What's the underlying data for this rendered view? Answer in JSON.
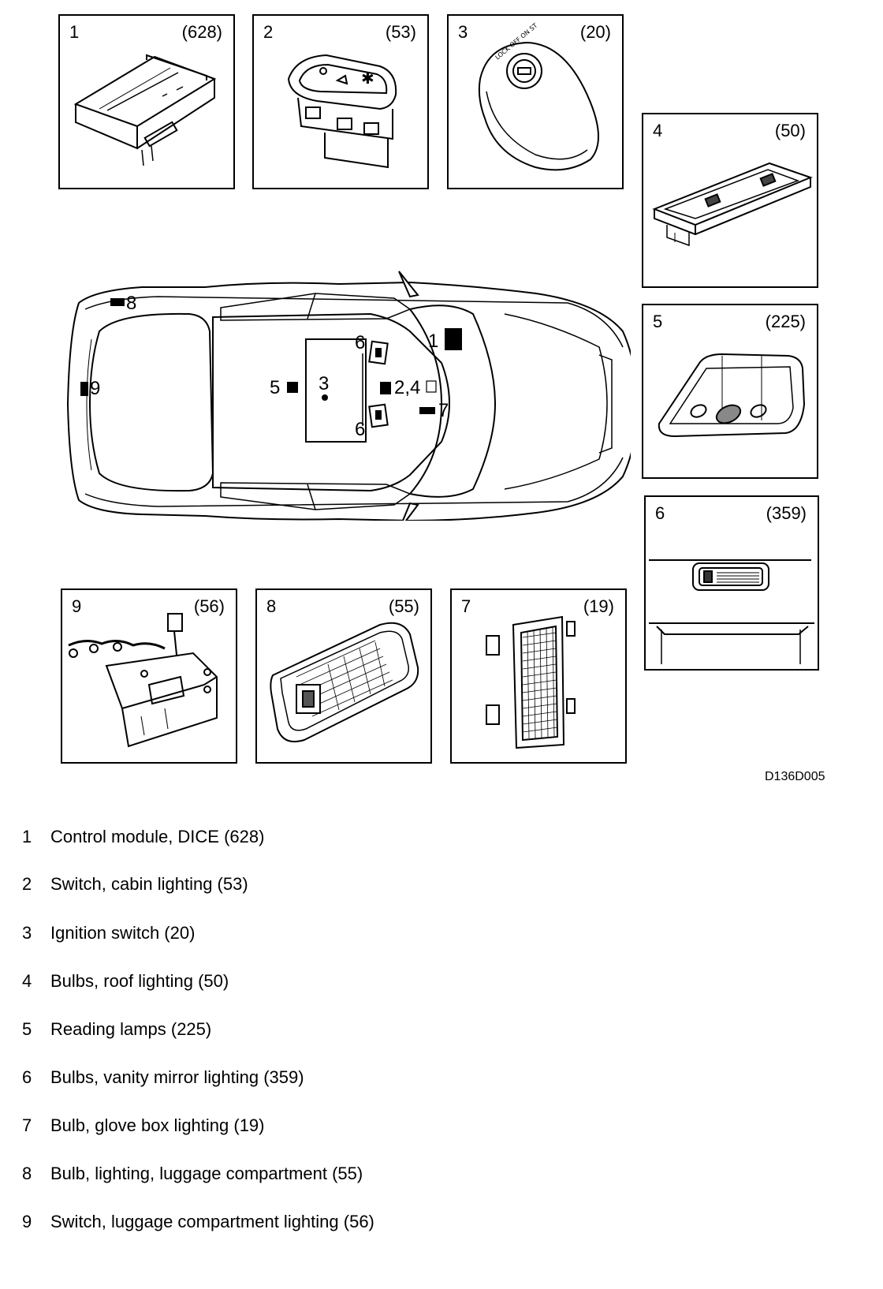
{
  "panels": [
    {
      "number": "1",
      "count": "(628)",
      "icon": "control-module"
    },
    {
      "number": "2",
      "count": "(53)",
      "icon": "cabin-lighting-switch"
    },
    {
      "number": "3",
      "count": "(20)",
      "icon": "ignition-switch"
    },
    {
      "number": "4",
      "count": "(50)",
      "icon": "roof-lighting-bulbs"
    },
    {
      "number": "5",
      "count": "(225)",
      "icon": "reading-lamps"
    },
    {
      "number": "6",
      "count": "(359)",
      "icon": "vanity-mirror-lighting"
    },
    {
      "number": "7",
      "count": "(19)",
      "icon": "glove-box-lighting"
    },
    {
      "number": "8",
      "count": "(55)",
      "icon": "luggage-compartment-bulb"
    },
    {
      "number": "9",
      "count": "(56)",
      "icon": "luggage-compartment-switch"
    }
  ],
  "car_callouts": {
    "c1": "1",
    "c3": "3",
    "c5": "5",
    "c6a": "6",
    "c6b": "6",
    "c7": "7",
    "c8": "8",
    "c9": "9",
    "c24": "2,4"
  },
  "figure_ref": "D136D005",
  "legend": [
    {
      "number": "1",
      "text": "Control module, DICE (628)"
    },
    {
      "number": "2",
      "text": "Switch, cabin lighting (53)"
    },
    {
      "number": "3",
      "text": "Ignition switch (20)"
    },
    {
      "number": "4",
      "text": "Bulbs, roof lighting (50)"
    },
    {
      "number": "5",
      "text": "Reading lamps (225)"
    },
    {
      "number": "6",
      "text": "Bulbs, vanity mirror lighting (359)"
    },
    {
      "number": "7",
      "text": "Bulb, glove box lighting (19)"
    },
    {
      "number": "8",
      "text": "Bulb, lighting, luggage compartment (55)"
    },
    {
      "number": "9",
      "text": "Switch, luggage compartment lighting (56)"
    }
  ]
}
